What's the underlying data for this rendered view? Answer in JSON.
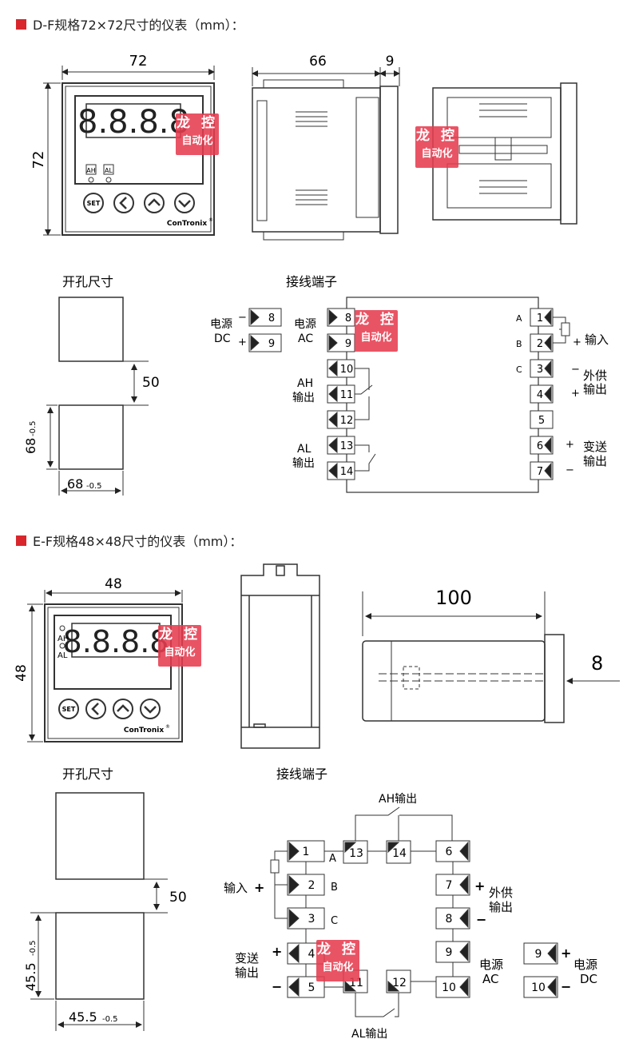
{
  "section1": {
    "title": "D-F规格72×72尺寸的仪表（mm）：",
    "front": {
      "width": "72",
      "height": "72",
      "display": "8.8.8.8",
      "ind_ah": "AH",
      "ind_al": "AL",
      "btn_set": "SET",
      "brand": "ConTronix",
      "reg": "®"
    },
    "side": {
      "depth": "66",
      "bezel": "9"
    },
    "cutout": {
      "title": "开孔尺寸",
      "gap": "50",
      "dim": "68",
      "tol": "-0.5"
    },
    "wiring": {
      "title": "接线端子",
      "dc_label1": "电源",
      "dc_label2": "DC",
      "minus": "−",
      "plus": "+",
      "ac_label1": "电源",
      "ac_label2": "AC",
      "ah_label1": "AH",
      "ah_label2": "输出",
      "al_label1": "AL",
      "al_label2": "输出",
      "in_label": "输入",
      "ext_label1": "外供",
      "ext_label2": "输出",
      "tx_label1": "变送",
      "tx_label2": "输出",
      "a": "A",
      "b": "B",
      "c": "C",
      "t1": "1",
      "t2": "2",
      "t3": "3",
      "t4": "4",
      "t5": "5",
      "t6": "6",
      "t7": "7",
      "t8": "8",
      "t9": "9",
      "t10": "10",
      "t11": "11",
      "t12": "12",
      "t13": "13",
      "t14": "14"
    }
  },
  "section2": {
    "title": "E-F规格48×48尺寸的仪表（mm）：",
    "front": {
      "width": "48",
      "height": "48",
      "display": "8.8.8.8",
      "ind_ah": "AH",
      "ind_al": "AL",
      "btn_set": "SET",
      "brand": "ConTronix",
      "reg": "®"
    },
    "side": {
      "depth": "100",
      "bezel": "8"
    },
    "cutout": {
      "title": "开孔尺寸",
      "gap": "50",
      "dim": "45.5",
      "tol": "-0.5"
    },
    "wiring": {
      "title": "接线端子",
      "ah_out": "AH输出",
      "al_out": "AL输出",
      "in_label": "输入",
      "plus": "+",
      "minus": "−",
      "a": "A",
      "b": "B",
      "c": "C",
      "ext_label1": "外供",
      "ext_label2": "输出",
      "tx_label1": "变送",
      "tx_label2": "输出",
      "ac_label1": "电源",
      "ac_label2": "AC",
      "dc_label1": "电源",
      "dc_label2": "DC",
      "t1": "1",
      "t2": "2",
      "t3": "3",
      "t4": "4",
      "t5": "5",
      "t6": "6",
      "t7": "7",
      "t8": "8",
      "t9": "9",
      "t10": "10",
      "t11": "11",
      "t12": "12",
      "t13": "13",
      "t14": "14"
    }
  },
  "watermark": {
    "line1": "龙 控",
    "line2": "自动化"
  }
}
